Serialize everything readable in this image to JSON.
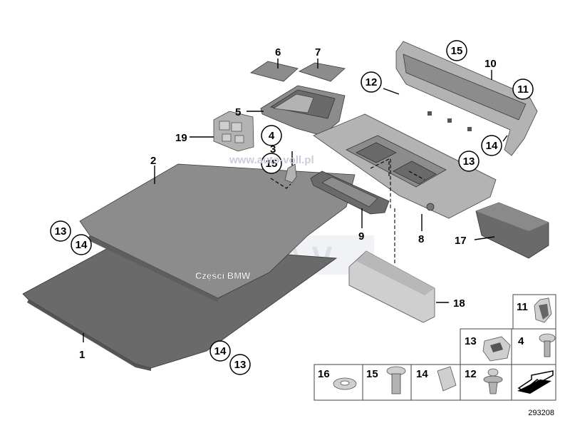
{
  "labels": {
    "l1": "1",
    "l2": "2",
    "l3": "3",
    "l4": "4",
    "l5": "5",
    "l6": "6",
    "l7": "7",
    "l8": "8",
    "l9": "9",
    "l10": "10",
    "l11": "11",
    "l12": "12",
    "l13a": "13",
    "l13b": "13",
    "l13c": "13",
    "l14a": "14",
    "l14b": "14",
    "l14c": "14",
    "l15a": "15",
    "l15b": "15",
    "l17": "17",
    "l18": "18",
    "l19": "19"
  },
  "legend": {
    "c11": "11",
    "c13": "13",
    "c4": "4",
    "c16": "16",
    "c15": "15",
    "c14": "14",
    "c12": "12"
  },
  "watermark": {
    "url": "www.auto-voll.pl",
    "logo": "A V",
    "caption": "Części BMW"
  },
  "reference_number": "293208"
}
